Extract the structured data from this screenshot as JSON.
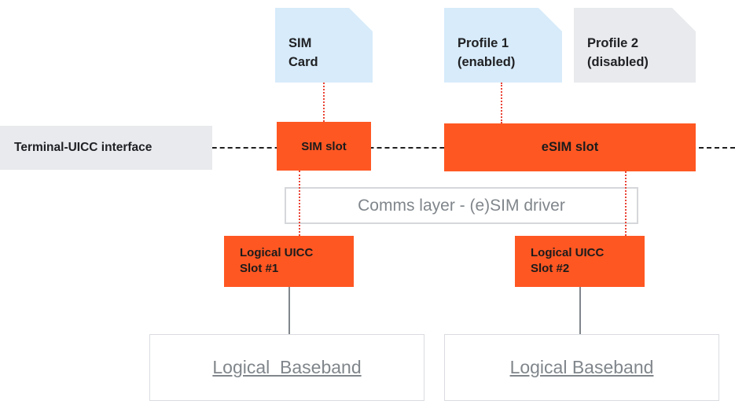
{
  "colors": {
    "orange": "#FF5722",
    "light_blue": "#D7EBFA",
    "light_gray": "#E8EAED",
    "red": "#EA4335",
    "gray_text": "#80868B"
  },
  "cards": [
    {
      "line1": "SIM",
      "line2": "Card"
    },
    {
      "line1": "Profile 1",
      "line2": "(enabled)"
    },
    {
      "line1": "Profile 2",
      "line2": "(disabled)"
    }
  ],
  "interface": {
    "label": "Terminal-UICC interface"
  },
  "slots": {
    "sim": "SIM slot",
    "esim": "eSIM slot"
  },
  "comms": {
    "label": "Comms layer - (e)SIM driver"
  },
  "uicc_slots": [
    {
      "line1": "Logical UICC",
      "line2": "Slot #1"
    },
    {
      "line1": "Logical UICC",
      "line2": "Slot #2"
    }
  ],
  "basebands": [
    {
      "label": "Logical  Baseband"
    },
    {
      "label": "Logical Baseband"
    }
  ]
}
